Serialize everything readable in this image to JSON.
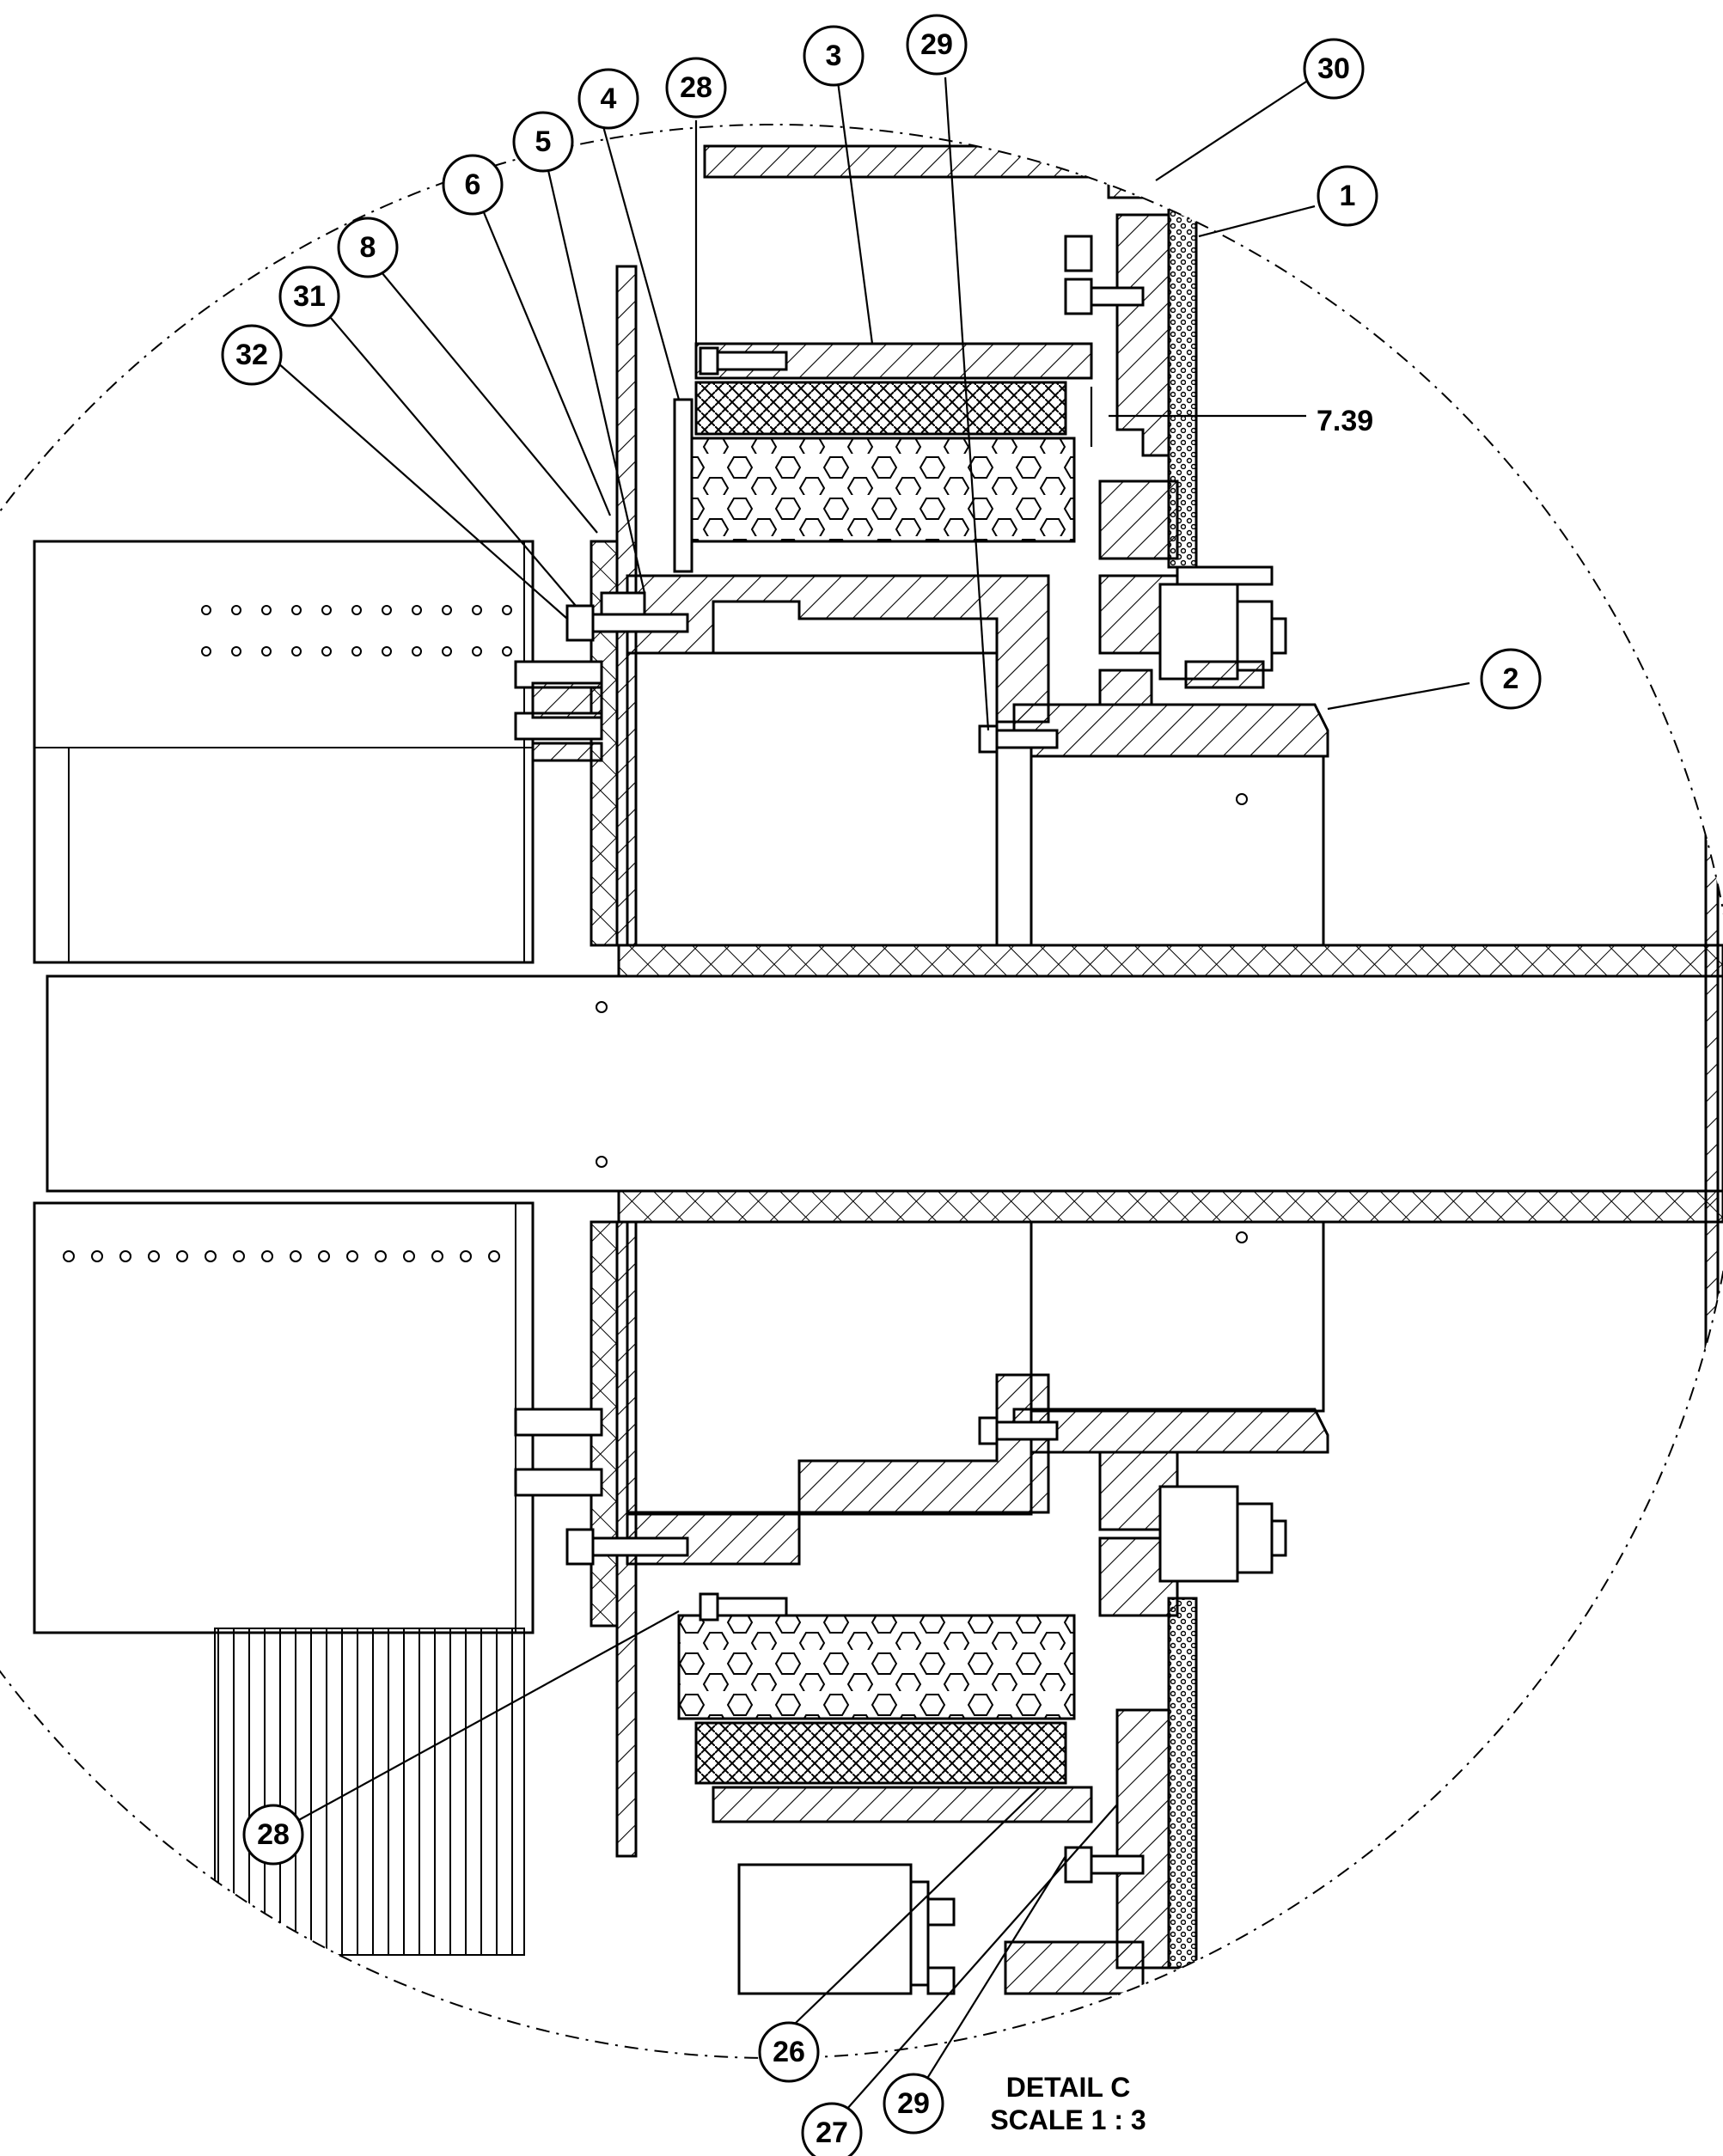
{
  "drawing": {
    "detail_label": "DETAIL C",
    "scale_label": "SCALE 1 : 3",
    "dimension": "7.39",
    "balloons": [
      {
        "id": "30",
        "label": "30"
      },
      {
        "id": "1",
        "label": "1"
      },
      {
        "id": "29a",
        "label": "29"
      },
      {
        "id": "3",
        "label": "3"
      },
      {
        "id": "28a",
        "label": "28"
      },
      {
        "id": "4",
        "label": "4"
      },
      {
        "id": "5",
        "label": "5"
      },
      {
        "id": "6",
        "label": "6"
      },
      {
        "id": "8",
        "label": "8"
      },
      {
        "id": "31",
        "label": "31"
      },
      {
        "id": "32",
        "label": "32"
      },
      {
        "id": "2",
        "label": "2"
      },
      {
        "id": "28b",
        "label": "28"
      },
      {
        "id": "26",
        "label": "26"
      },
      {
        "id": "27",
        "label": "27"
      },
      {
        "id": "29b",
        "label": "29"
      }
    ]
  }
}
